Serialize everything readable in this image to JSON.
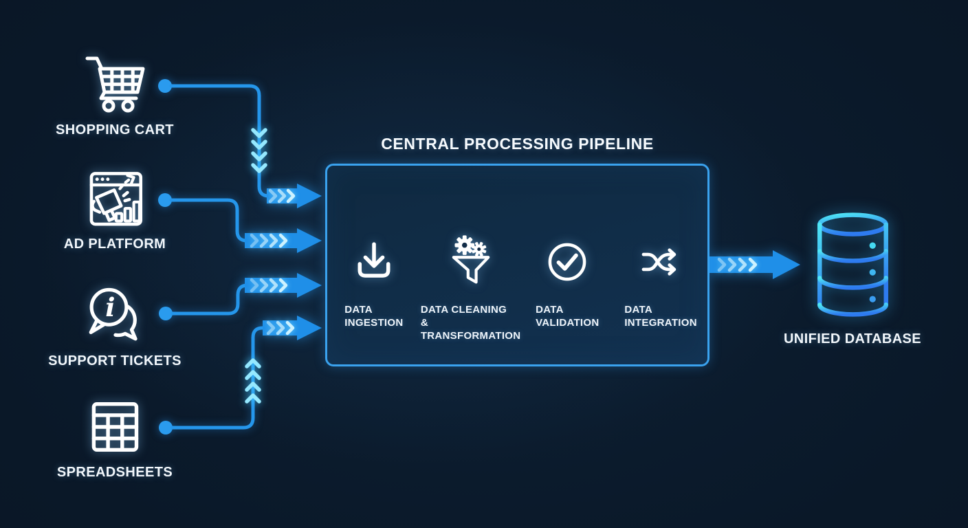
{
  "pipeline": {
    "title": "CENTRAL PROCESSING PIPELINE",
    "stages": [
      {
        "icon": "download-icon",
        "lines": [
          "DATA",
          "INGESTION"
        ]
      },
      {
        "icon": "funnel-gears-icon",
        "lines": [
          "DATA CLEANING",
          "& TRANSFORMATION"
        ]
      },
      {
        "icon": "check-circle-icon",
        "lines": [
          "DATA",
          "VALIDATION"
        ]
      },
      {
        "icon": "shuffle-icon",
        "lines": [
          "DATA",
          "INTEGRATION"
        ]
      }
    ]
  },
  "sources": [
    {
      "icon": "shopping-cart-icon",
      "label": "SHOPPING CART"
    },
    {
      "icon": "ad-platform-icon",
      "label": "AD PLATFORM"
    },
    {
      "icon": "support-tickets-icon",
      "label": "SUPPORT TICKETS"
    },
    {
      "icon": "spreadsheets-icon",
      "label": "SPREADSHEETS"
    }
  ],
  "output": {
    "icon": "database-icon",
    "label": "UNIFIED DATABASE"
  },
  "colors": {
    "background": "#0a1828",
    "connector_blue": "#2596eb",
    "arrow_fill": "#1f8fe8",
    "chevron_cyan": "#cdf2ff",
    "train_chevron": "#96e9ff",
    "box_border": "#3aa2ee",
    "box_fill": "#123150",
    "icon_white": "#ffffff",
    "text": "#f2f7fb",
    "db_gradient_top": "#4fe6f5",
    "db_gradient_bottom": "#2e7bf0"
  }
}
